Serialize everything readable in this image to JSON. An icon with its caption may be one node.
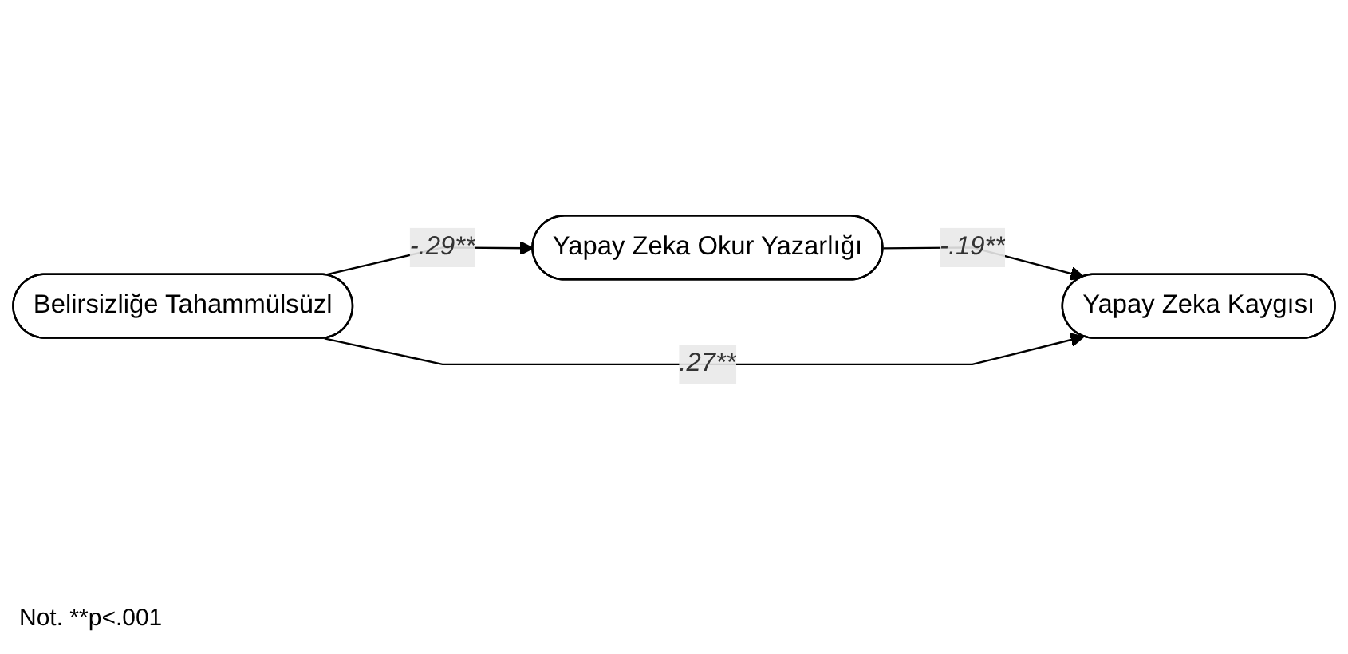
{
  "diagram": {
    "nodes": [
      {
        "text": [
          "Yapay Zeka Okur Yazarlığı"
        ]
      },
      {
        "text": [
          "Belirsizliğe Tahammülsüzl"
        ]
      },
      {
        "text": [
          "Yapay Zeka Kaygısı"
        ]
      }
    ],
    "edges": [
      {
        "from": 1,
        "to": 0,
        "arrow": "to",
        "label": "-.29**"
      },
      {
        "from": 0,
        "to": 2,
        "arrow": "to",
        "label": "-.19**"
      },
      {
        "from": 1,
        "to": 2,
        "arrow": "to",
        "label": ".27**"
      }
    ],
    "labels": [
      "Not. **p<.001"
    ]
  }
}
